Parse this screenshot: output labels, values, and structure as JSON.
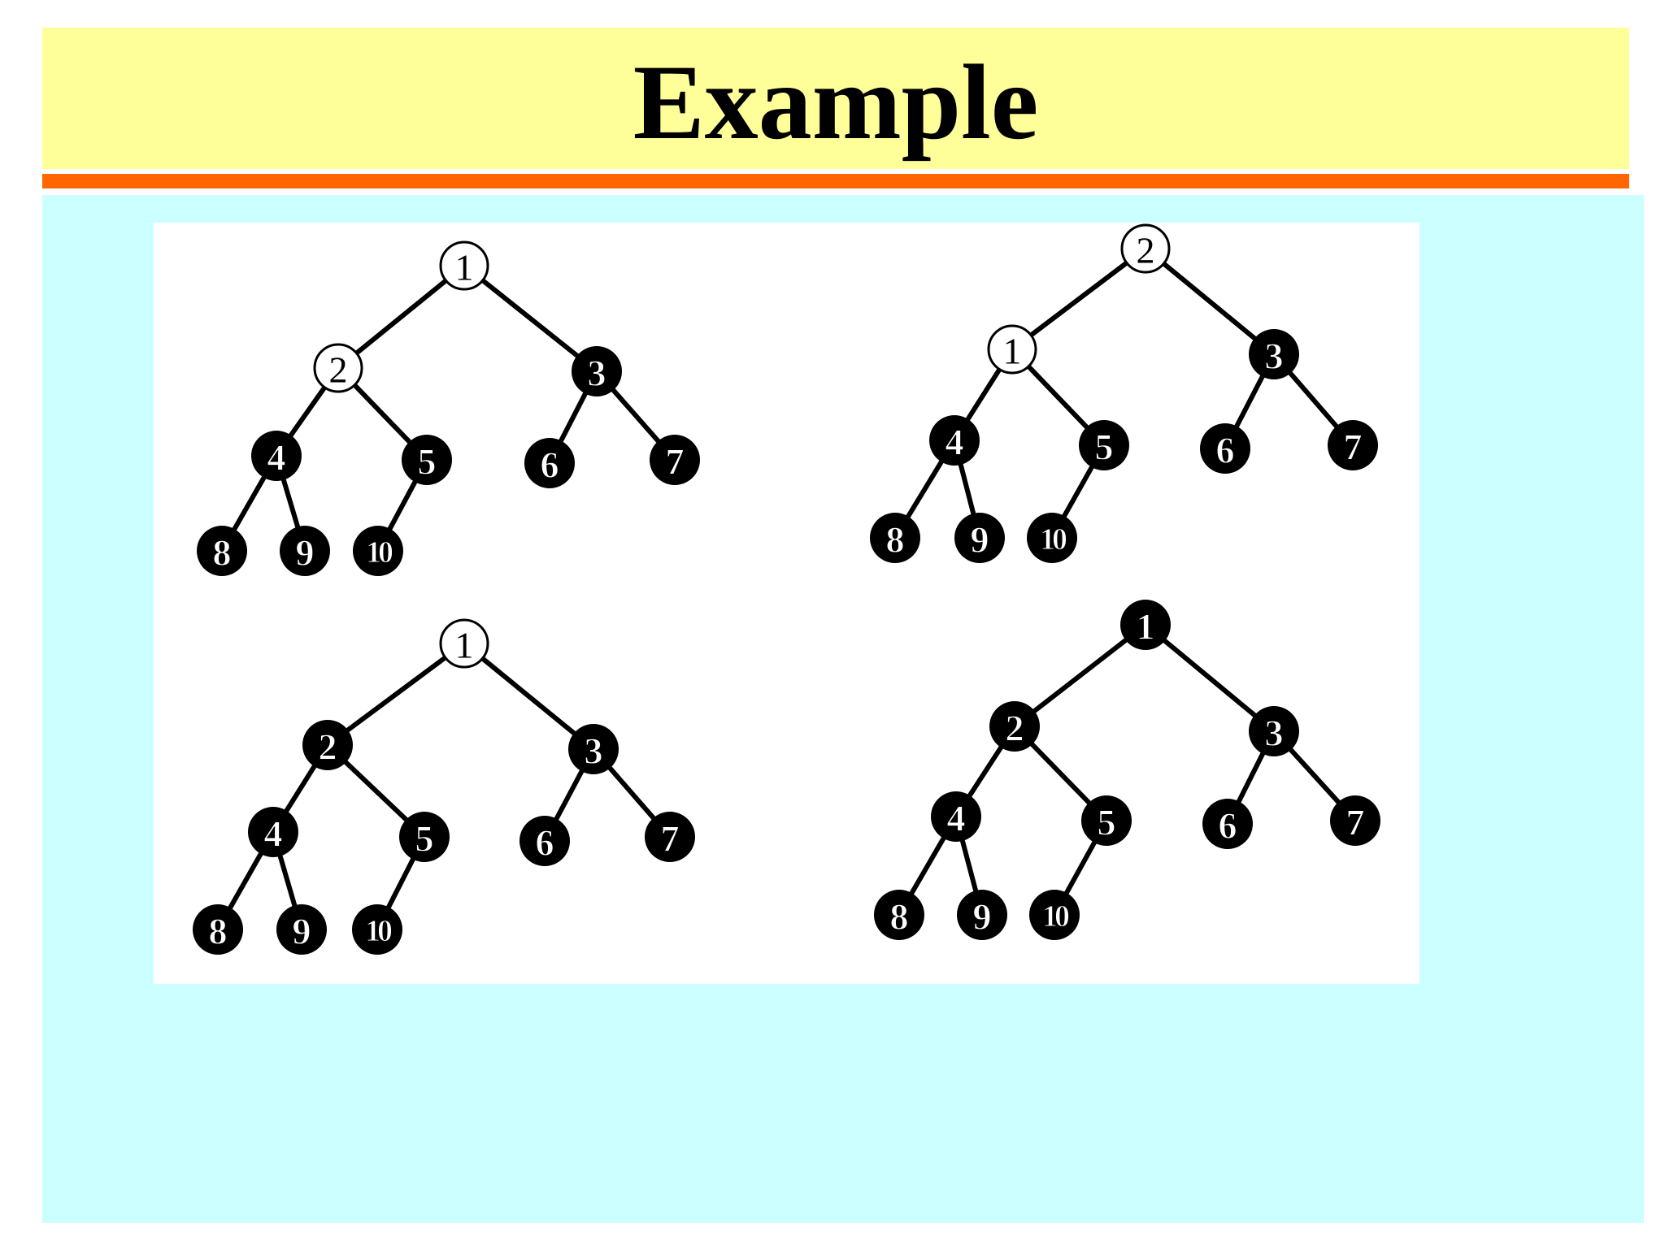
{
  "slide": {
    "title": "Example"
  },
  "colors": {
    "title_background": "#ffff99",
    "title_rule": "#ff6600",
    "content_background": "#ccffff",
    "figure_background": "#ffffff",
    "filled_node": "#000000",
    "open_node": "#ffffff"
  },
  "trees": [
    {
      "nodes": [
        {
          "label": "1",
          "filled": false
        },
        {
          "label": "2",
          "filled": false
        },
        {
          "label": "3",
          "filled": true
        },
        {
          "label": "4",
          "filled": true
        },
        {
          "label": "5",
          "filled": true
        },
        {
          "label": "6",
          "filled": true
        },
        {
          "label": "7",
          "filled": true
        },
        {
          "label": "8",
          "filled": true
        },
        {
          "label": "9",
          "filled": true
        },
        {
          "label": "10",
          "filled": true
        }
      ]
    },
    {
      "nodes": [
        {
          "label": "2",
          "filled": false
        },
        {
          "label": "1",
          "filled": false
        },
        {
          "label": "3",
          "filled": true
        },
        {
          "label": "4",
          "filled": true
        },
        {
          "label": "5",
          "filled": true
        },
        {
          "label": "6",
          "filled": true
        },
        {
          "label": "7",
          "filled": true
        },
        {
          "label": "8",
          "filled": true
        },
        {
          "label": "9",
          "filled": true
        },
        {
          "label": "10",
          "filled": true
        }
      ]
    },
    {
      "nodes": [
        {
          "label": "1",
          "filled": false
        },
        {
          "label": "2",
          "filled": true
        },
        {
          "label": "3",
          "filled": true
        },
        {
          "label": "4",
          "filled": true
        },
        {
          "label": "5",
          "filled": true
        },
        {
          "label": "6",
          "filled": true
        },
        {
          "label": "7",
          "filled": true
        },
        {
          "label": "8",
          "filled": true
        },
        {
          "label": "9",
          "filled": true
        },
        {
          "label": "10",
          "filled": true
        }
      ]
    },
    {
      "nodes": [
        {
          "label": "1",
          "filled": true
        },
        {
          "label": "2",
          "filled": true
        },
        {
          "label": "3",
          "filled": true
        },
        {
          "label": "4",
          "filled": true
        },
        {
          "label": "5",
          "filled": true
        },
        {
          "label": "6",
          "filled": true
        },
        {
          "label": "7",
          "filled": true
        },
        {
          "label": "8",
          "filled": true
        },
        {
          "label": "9",
          "filled": true
        },
        {
          "label": "10",
          "filled": true
        }
      ]
    }
  ]
}
